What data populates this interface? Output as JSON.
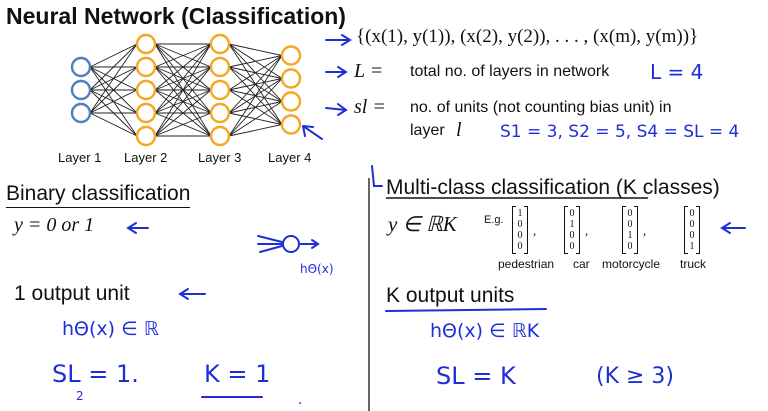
{
  "slide": {
    "title": "Neural Network (Classification)"
  },
  "network": {
    "layers": [
      {
        "label": "Layer 1",
        "units": 3,
        "color": "#4f7fbf"
      },
      {
        "label": "Layer 2",
        "units": 5,
        "color": "#f5a623"
      },
      {
        "label": "Layer 3",
        "units": 5,
        "color": "#f5a623"
      },
      {
        "label": "Layer 4",
        "units": 4,
        "color": "#f5a623"
      }
    ]
  },
  "definitions": {
    "training_set": "{(x(1), y(1)), (x(2), y(2)), . . . , (x(m), y(m))}",
    "L_symbol": "L =",
    "L_text": "total no. of layers in network",
    "L_handwritten": "L = 4",
    "sl_symbol": "sl =",
    "sl_text_line1": "no. of units (not counting bias unit) in",
    "sl_text_line2": "layer",
    "sl_text_var": "l",
    "sl_handwritten": "S1 = 3,  S2 = 5,  S4 = SL = 4"
  },
  "binary": {
    "heading": "Binary classification",
    "y_values": "y = 0 or 1",
    "output_text": "1 output unit",
    "hw_h": "hΘ(x)",
    "hw_h_in_R": "hΘ(x) ∈ ℝ",
    "hw_sl": "SL = 1.",
    "hw_sl_sub": "2",
    "hw_k": "K = 1",
    "hw_dot": "."
  },
  "multiclass": {
    "heading_underlined": "Multi-class classification",
    "heading_suffix": " (K classes)",
    "y_def": "y ∈ ℝK",
    "eg": "E.g.",
    "vectors": [
      [
        1,
        0,
        0,
        0
      ],
      [
        0,
        1,
        0,
        0
      ],
      [
        0,
        0,
        1,
        0
      ],
      [
        0,
        0,
        0,
        1
      ]
    ],
    "vector_labels": [
      "pedestrian",
      "car",
      "motorcycle",
      "truck"
    ],
    "output_text": "K output units",
    "hw_h_in_R": "hΘ(x) ∈ ℝK",
    "hw_sl": "SL = K",
    "hw_k": "(K ≥ 3)"
  },
  "colors": {
    "ink": "#1f2fd6",
    "text": "#111111"
  }
}
